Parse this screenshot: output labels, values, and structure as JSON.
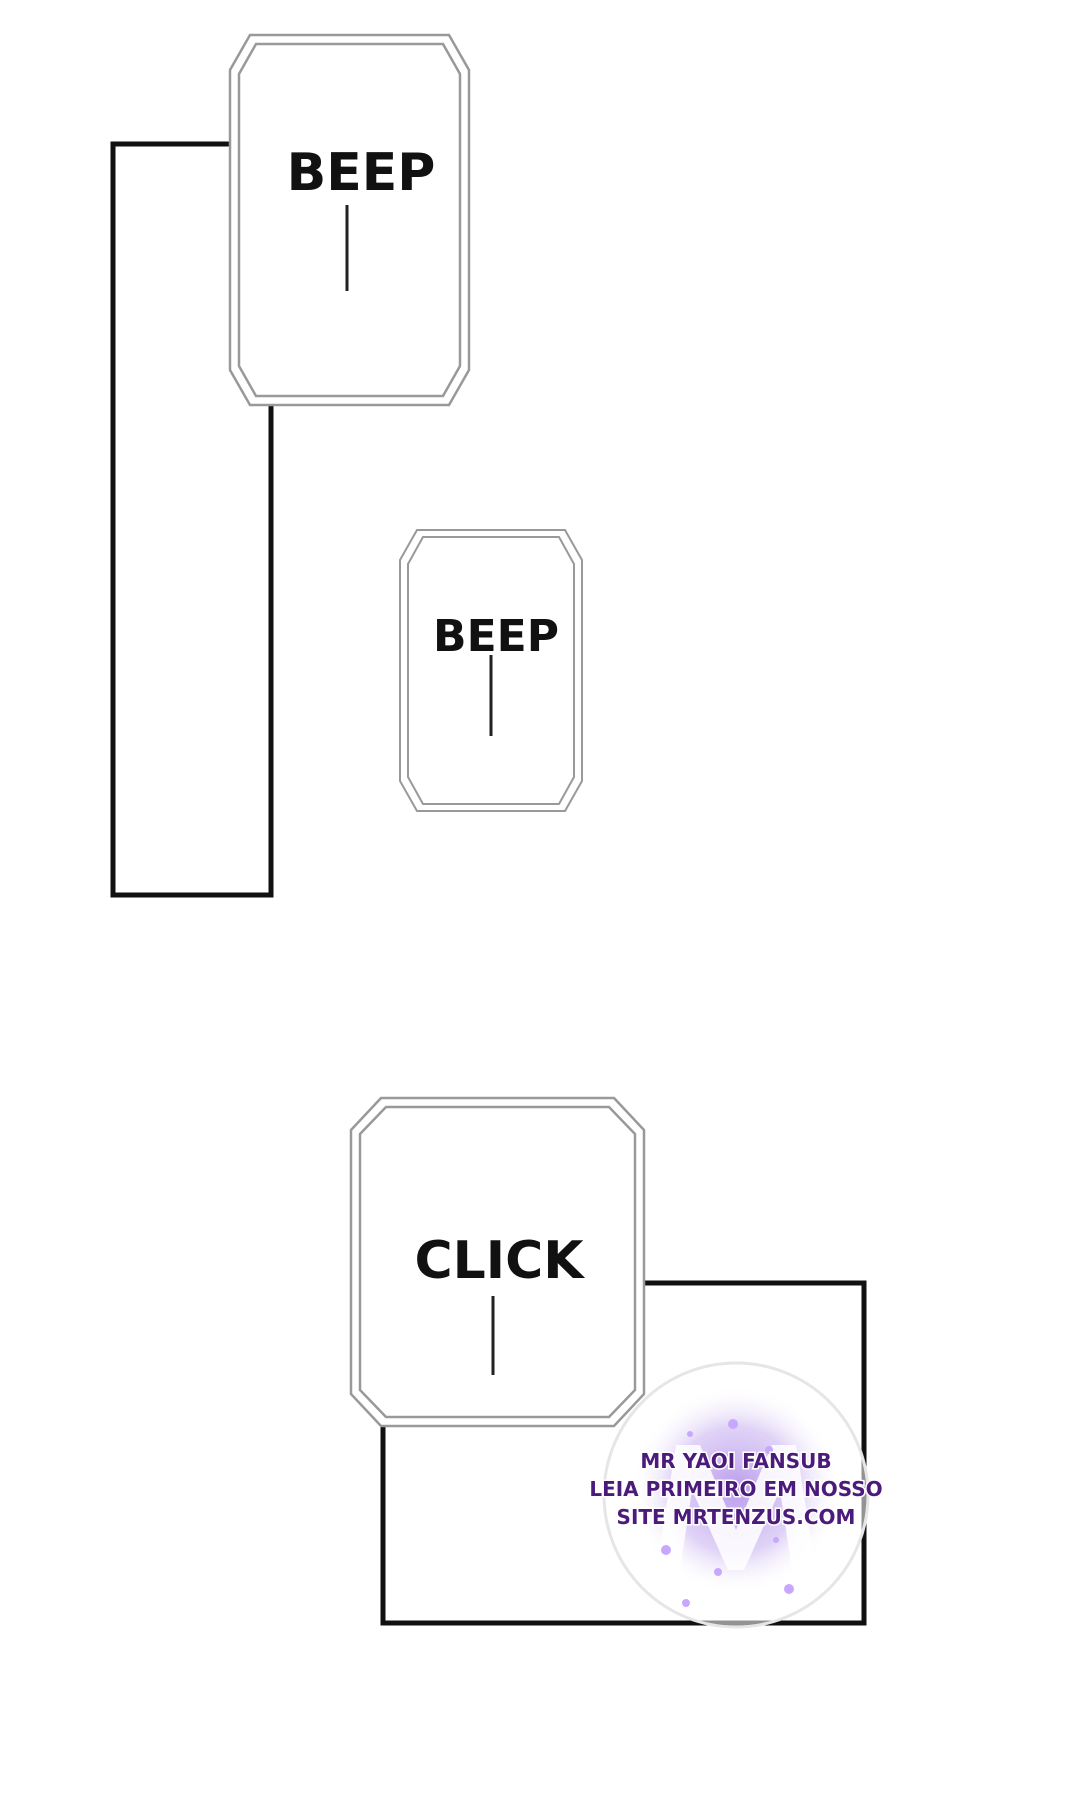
{
  "panels": {
    "sfx_top": "BEEP",
    "sfx_middle": "BEEP",
    "sfx_bottom": "CLICK"
  },
  "watermark": {
    "line1": "MR YAOI FANSUB",
    "line2": "LEIA PRIMEIRO EM NOSSO",
    "line3": "SITE MRTENZUS.COM",
    "logo_letter": "M",
    "accent_color": "#8a4fd8"
  }
}
